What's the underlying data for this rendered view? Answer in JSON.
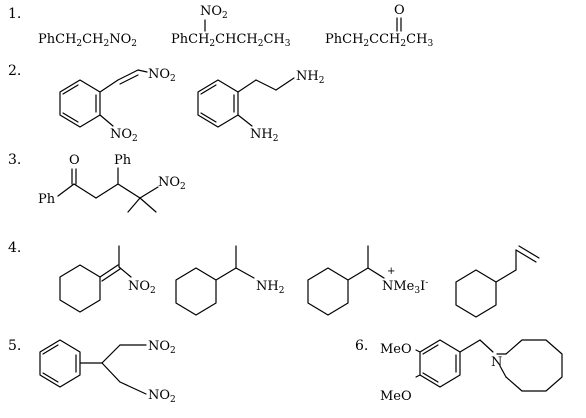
{
  "items": [
    {
      "number": "1."
    },
    {
      "number": "2."
    },
    {
      "number": "3."
    },
    {
      "number": "4."
    },
    {
      "number": "5."
    },
    {
      "number": "6."
    }
  ],
  "labels": {
    "ph": "Ph",
    "ch2": "CH",
    "ch": "CH",
    "ch3": "CH",
    "c": "C",
    "no": "NO",
    "nh": "NH",
    "n": "N",
    "o": "O",
    "me3i": "Me",
    "i_minus": "I",
    "minus": "-",
    "plus": "+",
    "meo": "MeO",
    "two": "2",
    "three": "3"
  }
}
